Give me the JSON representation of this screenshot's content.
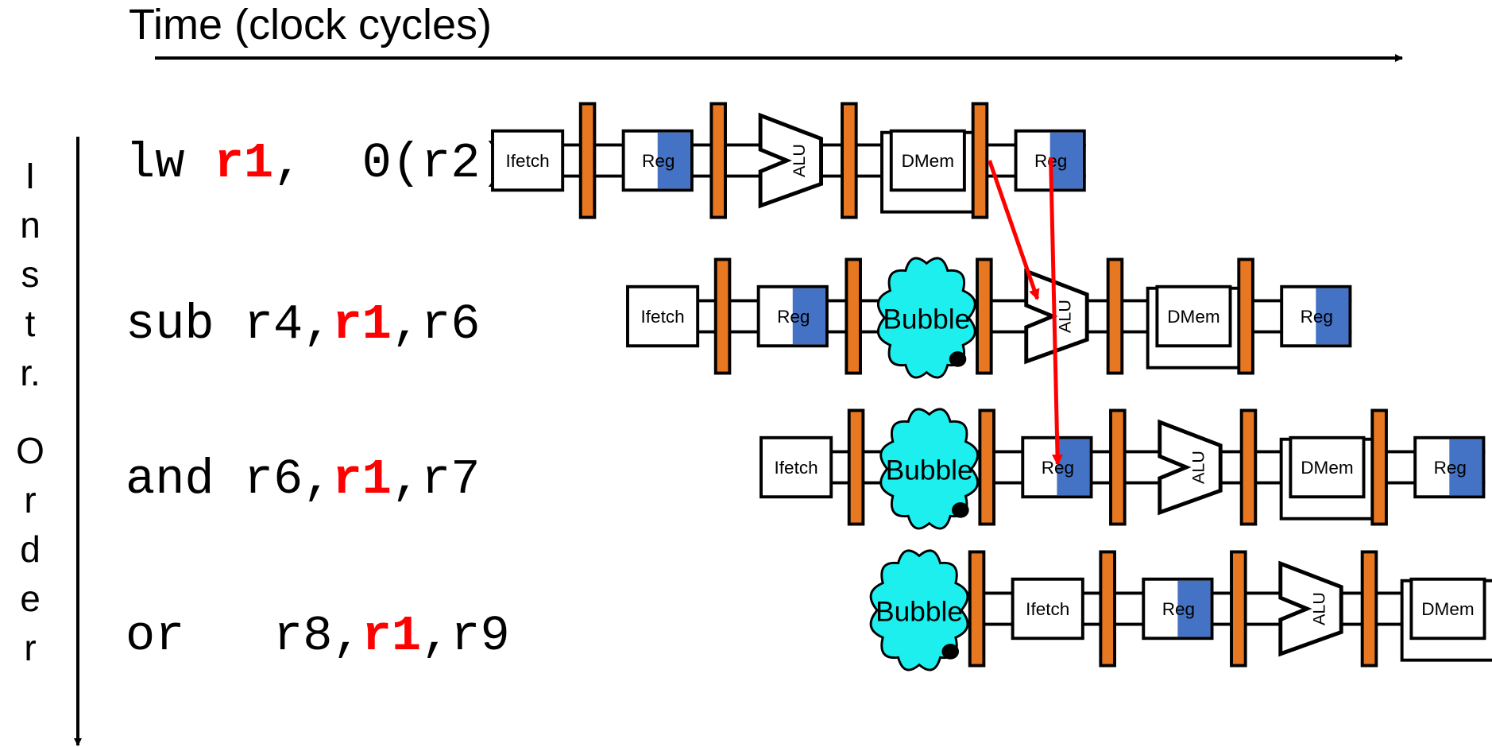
{
  "time_axis_label": "Time (clock cycles)",
  "order_axis_label": [
    "I",
    "n",
    "s",
    "t",
    "r.",
    "O",
    "r",
    "d",
    "e",
    "r"
  ],
  "instructions": [
    {
      "pre": "lw ",
      "reg": "r1",
      "post": ",  0(r2)"
    },
    {
      "pre": "sub r4,",
      "reg": "r1",
      "post": ",r6"
    },
    {
      "pre": "and r6,",
      "reg": "r1",
      "post": ",r7"
    },
    {
      "pre": "or   r8,",
      "reg": "r1",
      "post": ",r9"
    }
  ],
  "stage_labels": {
    "ifetch": "Ifetch",
    "reg": "Reg",
    "alu": "ALU",
    "dmem": "DMem",
    "bubble": "Bubble"
  },
  "colors": {
    "pipeline_register": "#E87722",
    "reg_half": "#4472C4",
    "bubble": "#1DEFEF",
    "forward_arrow": "#FF0000",
    "highlight_register": "#FF0000"
  }
}
